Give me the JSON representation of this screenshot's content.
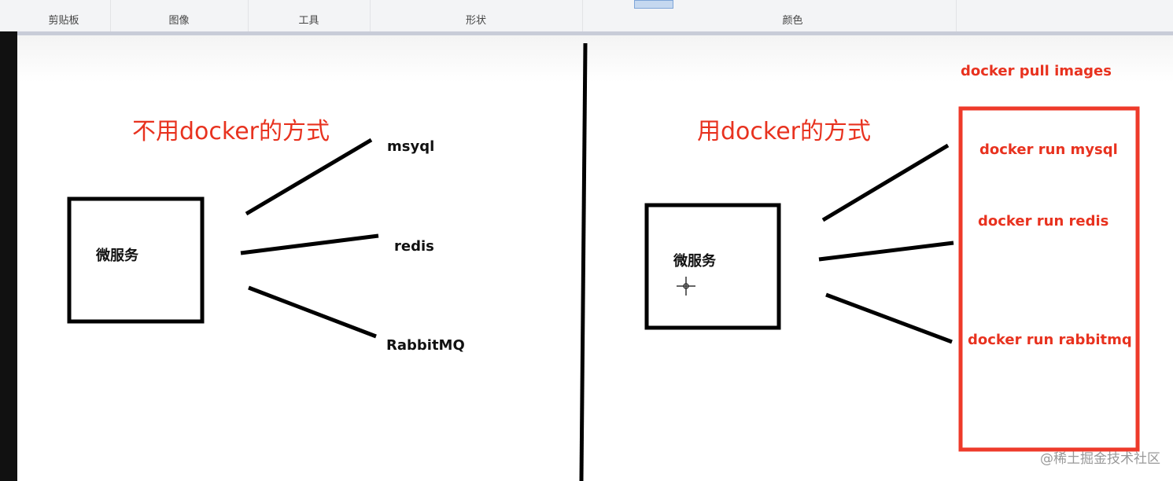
{
  "ribbon": {
    "groups": [
      "剪贴板",
      "图像",
      "工具",
      "形状",
      "颜色"
    ]
  },
  "left": {
    "title": "不用docker的方式",
    "box": "微服务",
    "targets": [
      "msyql",
      "redis",
      "RabbitMQ"
    ]
  },
  "right": {
    "title": "用docker的方式",
    "box": "微服务",
    "pull": "docker pull images",
    "targets": [
      "docker run mysql",
      "docker run redis",
      "docker run rabbitmq"
    ]
  },
  "watermark": "@稀土掘金技术社区",
  "colors": {
    "accent": "#e8321f"
  }
}
